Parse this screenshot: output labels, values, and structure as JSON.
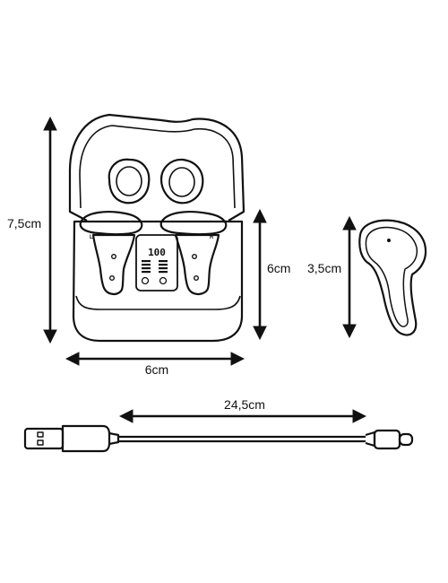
{
  "dimensions": {
    "case_height": "7,5cm",
    "case_width": "6cm",
    "case_base_height": "6cm",
    "earbud_height": "3,5cm",
    "cable_length": "24,5cm"
  },
  "case_display": {
    "digits": "100",
    "left_marker": "L",
    "right_marker": "R"
  },
  "colors": {
    "line": "#111111",
    "background": "#ffffff"
  }
}
